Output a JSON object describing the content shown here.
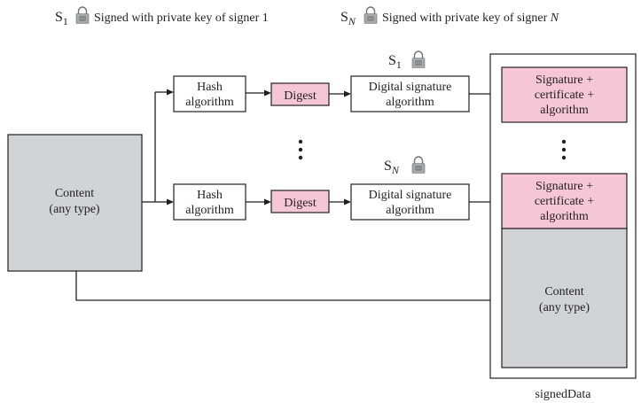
{
  "legend": {
    "item1": {
      "signer": "S",
      "sub": "1",
      "text": "Signed with private key of signer 1"
    },
    "itemN": {
      "signer": "S",
      "sub": "N",
      "text_prefix": "Signed with private key of signer ",
      "text_italic": "N"
    }
  },
  "content": {
    "line1": "Content",
    "line2": "(any type)"
  },
  "rows": [
    {
      "hash": {
        "line1": "Hash",
        "line2": "algorithm"
      },
      "digest": "Digest",
      "dsa": {
        "line1": "Digital signature",
        "line2": "algorithm"
      },
      "signer": {
        "letter": "S",
        "sub": "1"
      }
    },
    {
      "hash": {
        "line1": "Hash",
        "line2": "algorithm"
      },
      "digest": "Digest",
      "dsa": {
        "line1": "Digital signature",
        "line2": "algorithm"
      },
      "signer": {
        "letter": "S",
        "sub": "N"
      }
    }
  ],
  "signed_data": {
    "signatures": [
      {
        "line1": "Signature +",
        "line2": "certificate +",
        "line3": "algorithm"
      },
      {
        "line1": "Signature +",
        "line2": "certificate +",
        "line3": "algorithm"
      }
    ],
    "content": {
      "line1": "Content",
      "line2": "(any type)"
    },
    "label": "signedData"
  },
  "colors": {
    "pink": "#f5c6d6",
    "gray": "#d1d3d4",
    "line": "#231f20",
    "lock": "#a7a9ac"
  },
  "icons": [
    "lock-icon"
  ]
}
